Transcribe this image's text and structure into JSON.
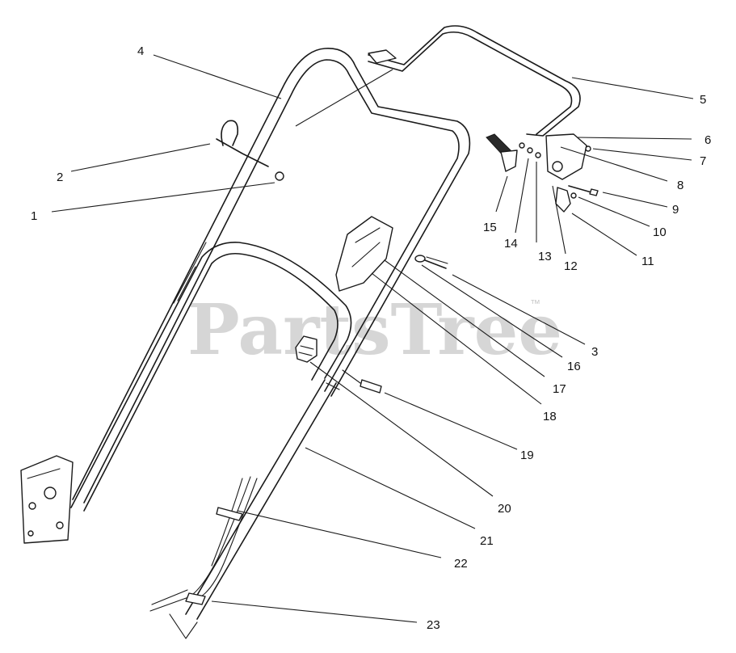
{
  "watermark": {
    "text": "PartsTree",
    "tm": "™"
  },
  "callouts": {
    "c1": "1",
    "c2": "2",
    "c3": "3",
    "c4": "4",
    "c5": "5",
    "c6": "6",
    "c7": "7",
    "c8": "8",
    "c9": "9",
    "c10": "10",
    "c11": "11",
    "c12": "12",
    "c13": "13",
    "c14": "14",
    "c15": "15",
    "c16": "16",
    "c17": "17",
    "c18": "18",
    "c19": "19",
    "c20": "20",
    "c21": "21",
    "c22": "22",
    "c23": "23"
  }
}
